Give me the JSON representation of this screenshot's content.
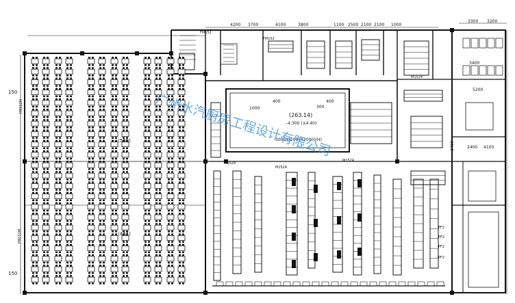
{
  "dimensions": {
    "top": [
      "4200",
      "3700",
      "4100",
      "3800",
      "2500",
      "2100",
      "2100",
      "3300",
      "3200"
    ],
    "top_small": [
      "1100",
      "1000"
    ],
    "left_top": "150",
    "left_bottom": "150",
    "right": [
      "3400",
      "5200",
      "3400",
      "2400",
      "4100"
    ]
  },
  "center": {
    "area": "(263.14)",
    "level": "-4.300 (±4.40)",
    "size": "3000X(2000X2000)(H)",
    "d1": "400",
    "d2": "400",
    "d3": "300",
    "d4": "1000"
  },
  "hall": {
    "area_top": "(500)",
    "area_bottom": "(444)"
  },
  "door_labels": [
    "FM152M",
    "FM152M",
    "M1524",
    "M1524",
    "M1524",
    "FM152",
    "FM152",
    "M1524",
    "PF2",
    "PF2",
    "PF2",
    "PF2"
  ],
  "watermark": "广州水汽厨房工程设计有限公司"
}
